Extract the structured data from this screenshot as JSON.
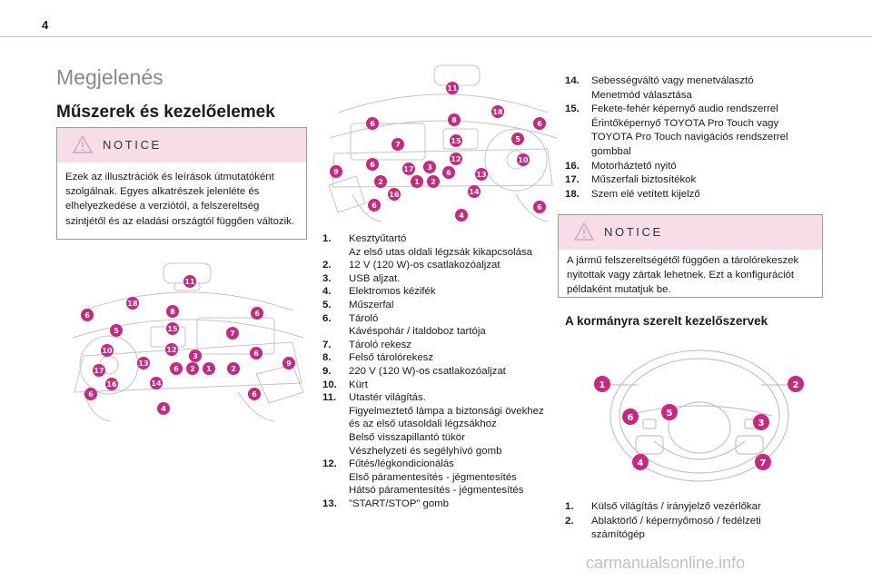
{
  "page": {
    "number": "4"
  },
  "section_title": "Megjelenés",
  "subsection_title": "Műszerek és kezelőelemek",
  "notice1": {
    "label": "NOTICE",
    "text": "Ezek az illusztrációk és leírások útmutatóként szolgálnak. Egyes alkatrészek jelenléte és elhelyezkedése a verziótól, a felszereltség szintjétől és az eladási országtól függően változik."
  },
  "notice2": {
    "label": "NOTICE",
    "text": "A jármű felszereltségétől függően a tárolórekeszek nyitottak vagy zártak lehetnek. Ezt a konfigurációt példaként mutatjuk be."
  },
  "list_middle": [
    {
      "num": "1.",
      "lines": [
        "Kesztyűtartó",
        "Az első utas oldali légzsák kikapcsolása"
      ]
    },
    {
      "num": "2.",
      "lines": [
        "12 V (120 W)-os csatlakozóaljzat"
      ]
    },
    {
      "num": "3.",
      "lines": [
        "USB aljzat."
      ]
    },
    {
      "num": "4.",
      "lines": [
        "Elektromos kézifék"
      ]
    },
    {
      "num": "5.",
      "lines": [
        "Műszerfal"
      ]
    },
    {
      "num": "6.",
      "lines": [
        "Tároló",
        "Kávéspohár / italdoboz tartója"
      ]
    },
    {
      "num": "7.",
      "lines": [
        "Tároló rekesz"
      ]
    },
    {
      "num": "8.",
      "lines": [
        "Felső tárolórekesz"
      ]
    },
    {
      "num": "9.",
      "lines": [
        "220 V (120 W)-os csatlakozóaljzat"
      ]
    },
    {
      "num": "10.",
      "lines": [
        "Kürt"
      ]
    },
    {
      "num": "11.",
      "lines": [
        "Utastér világítás.",
        "Figyelmeztető lámpa a biztonsági övekhez",
        "és az első utasoldali légzsákhoz",
        "Belső visszapillantó tükör",
        "Vészhelyzeti és segélyhívó gomb"
      ]
    },
    {
      "num": "12.",
      "lines": [
        "Fűtés/légkondicionálás",
        "Első páramentesítés - jégmentesítés",
        "Hátsó páramentesítés - jégmentesítés"
      ]
    },
    {
      "num": "13.",
      "lines": [
        "\"START/STOP\" gomb"
      ]
    }
  ],
  "list_right": [
    {
      "num": "14.",
      "lines": [
        "Sebességváltó vagy menetválasztó",
        "Menetmód választása"
      ]
    },
    {
      "num": "15.",
      "lines": [
        "Fekete-fehér képernyő audio rendszerrel",
        "Érintőképernyő TOYOTA Pro Touch vagy",
        "TOYOTA Pro Touch navigációs rendszerrel",
        "gombbal"
      ]
    },
    {
      "num": "16.",
      "lines": [
        "Motorháztető nyitó"
      ]
    },
    {
      "num": "17.",
      "lines": [
        "Műszerfali biztosítékok"
      ]
    },
    {
      "num": "18.",
      "lines": [
        "Szem elé vetített kijelző"
      ]
    }
  ],
  "steering_title": "A kormányra szerelt kezelőszervek",
  "list_steering": [
    {
      "num": "1.",
      "lines": [
        "Külső világítás / irányjelző vezérlőkar"
      ]
    },
    {
      "num": "2.",
      "lines": [
        "Ablaktörlő / képernyőmosó / fedélzeti",
        "számítógép"
      ]
    }
  ],
  "footer": "carmanualsonline.info",
  "colors": {
    "badge": "#c8287d",
    "notice_header": "#f6dde8",
    "heading_grey": "#8a8a8a"
  }
}
